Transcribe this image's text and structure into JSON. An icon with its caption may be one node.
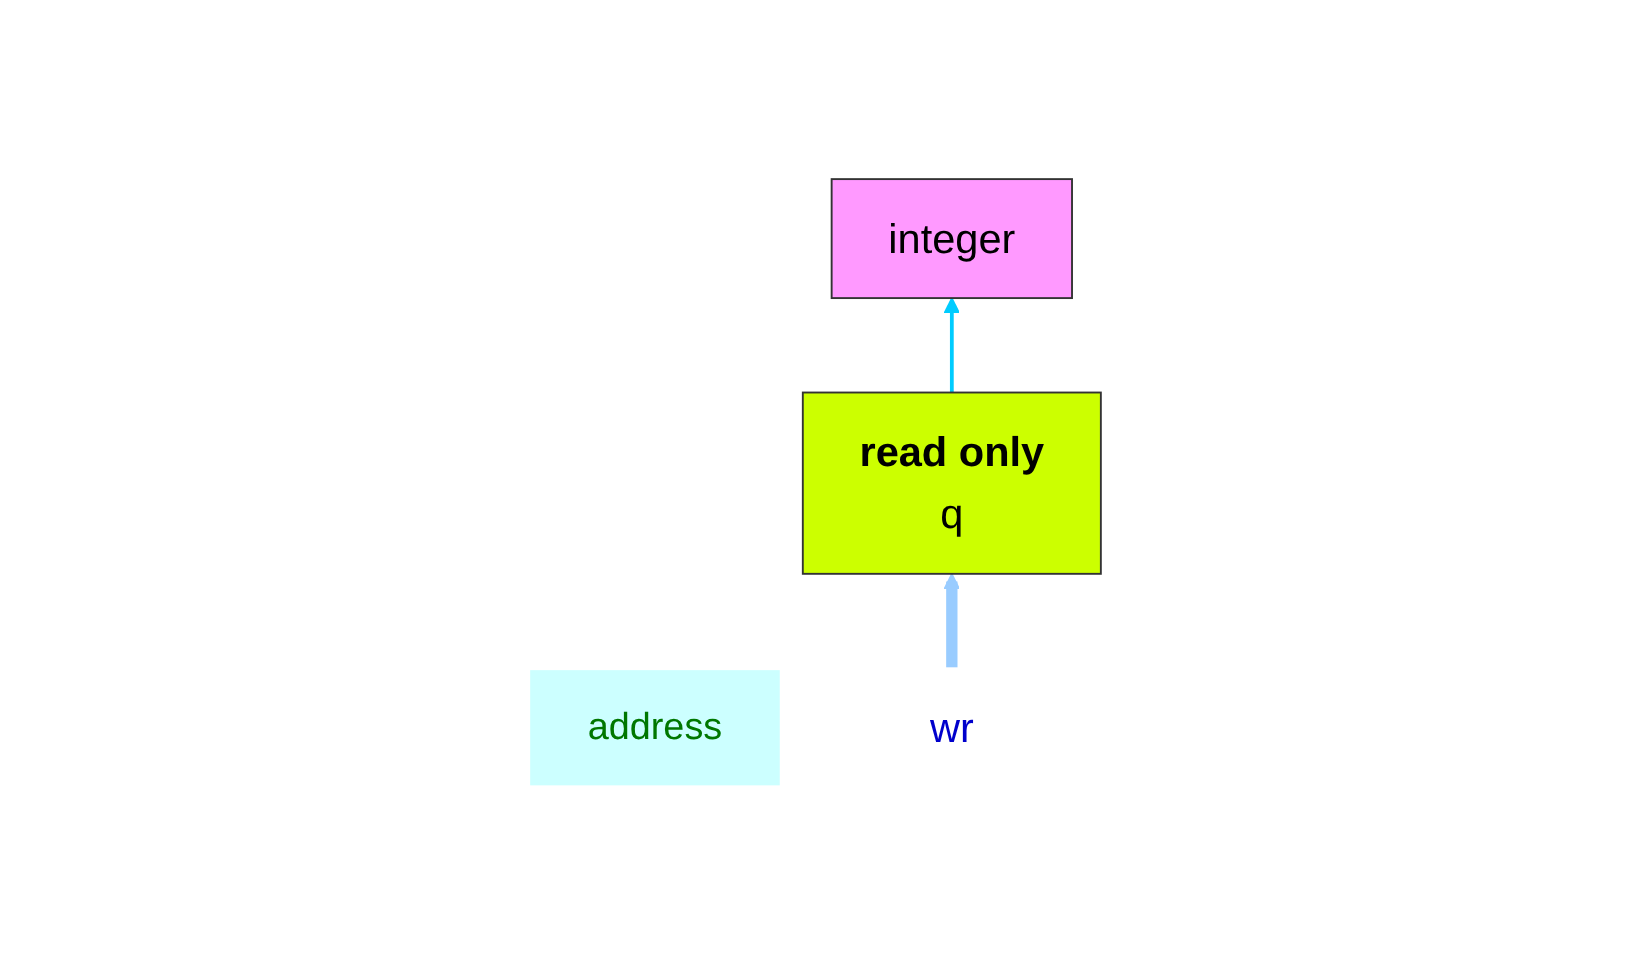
{
  "diagram": {
    "nodes": [
      {
        "text": [
          "integer"
        ]
      },
      {
        "text": [
          "read only",
          "q"
        ]
      },
      {
        "text": [
          "address"
        ]
      },
      {
        "text": [
          "wr"
        ]
      }
    ],
    "edges": [
      {
        "from": 1,
        "to": 0,
        "arrow": "to",
        "color": "#00ccff"
      },
      {
        "from": 3,
        "to": 1,
        "arrow": "to",
        "style": "thick",
        "color": "#99ccff"
      }
    ]
  }
}
